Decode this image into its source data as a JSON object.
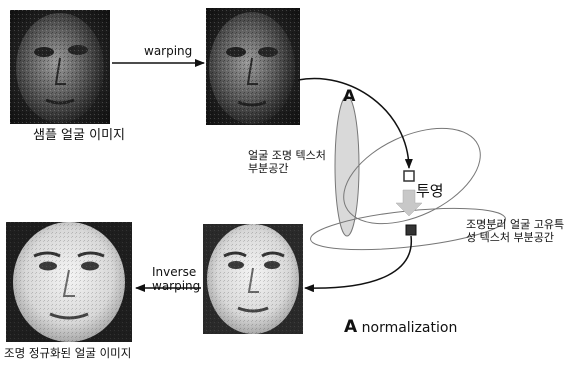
{
  "labels": {
    "sample_face": "샘플 얼굴 이미지",
    "warping": "warping",
    "a_top": "A",
    "illum_texture_subspace": [
      "얼굴 조명 텍스처",
      "부분공간"
    ],
    "projection": "투영",
    "illum_invariant_subspace": [
      "조명분리 얼굴 고유특",
      "성 텍스처 부분공간"
    ],
    "inverse_warping": [
      "Inverse",
      "warping"
    ],
    "a_bottom": "A",
    "normalization": "normalization",
    "normalized_face": "조명 정규화된 얼굴 이미지"
  },
  "colors": {
    "line": "#111111",
    "ellipse_fill": "#d9d9d9",
    "ellipse_stroke": "#777777",
    "projection_arrow": "#c8c8c8",
    "projected_point": "#333333"
  },
  "images": {
    "sample_face": "dark-warped-face-photo",
    "warped_face": "dark-warped-face-photo",
    "normalized_face_mid": "lit-face-photo",
    "normalized_face_result": "lit-face-photo"
  }
}
